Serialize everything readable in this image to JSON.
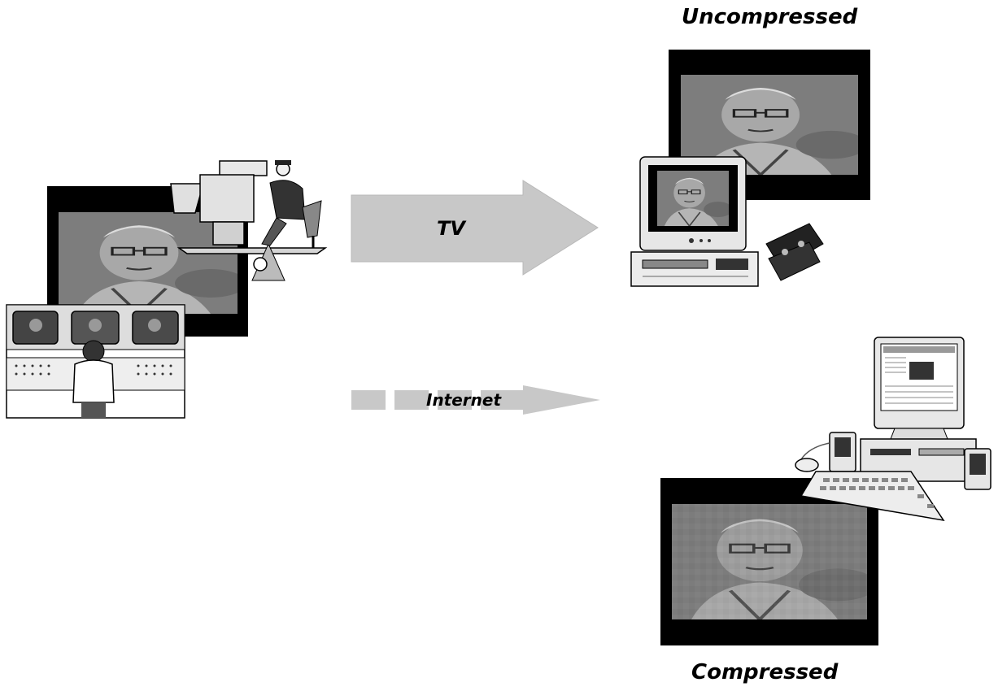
{
  "labels": {
    "uncompressed": "Uncompressed",
    "compressed": "Compressed",
    "tv": "TV",
    "internet": "Internet"
  },
  "colors": {
    "arrow_fill": "#c8c8c8",
    "arrow_stroke": "#b0b0b0",
    "frame": "#000000"
  },
  "icons": [
    "camera-operator-icon",
    "control-room-icon",
    "television-icon",
    "vcr-icon",
    "videotape-icon",
    "computer-icon",
    "keyboard-icon",
    "speaker-icon",
    "mouse-icon"
  ]
}
